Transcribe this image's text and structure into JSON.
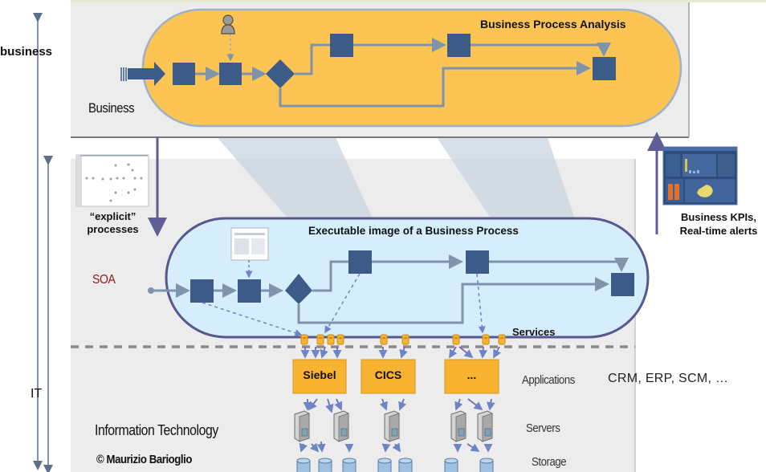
{
  "axis": {
    "business_label": "business",
    "it_label": "IT"
  },
  "business_panel": {
    "corner_label": "Business",
    "pool_title": "Business Process Analysis"
  },
  "explicit_processes": {
    "line1": "“explicit”",
    "line2": "processes"
  },
  "kpi": {
    "line1": "Business KPIs,",
    "line2": "Real-time alerts"
  },
  "soa_panel": {
    "corner_label": "SOA",
    "pool_title": "Executable image of a Business Process",
    "services_label": "Services"
  },
  "it_panel": {
    "applications": [
      "Siebel",
      "CICS",
      "..."
    ],
    "row_labels": {
      "applications": "Applications",
      "servers": "Servers",
      "storage": "Storage"
    },
    "apps_note": "CRM, ERP, SCM, …",
    "section_label": "Information Technology",
    "copyright": "© Maurizio Barioglio"
  },
  "colors": {
    "task_blue": "#3c5b88",
    "flow_line": "#7f93ad",
    "business_pool": "#fcc553",
    "soa_pool": "#d6eefc",
    "pool_border_soa": "#56578f",
    "app_orange": "#f8b330",
    "soa_red": "#8b1a1a"
  }
}
